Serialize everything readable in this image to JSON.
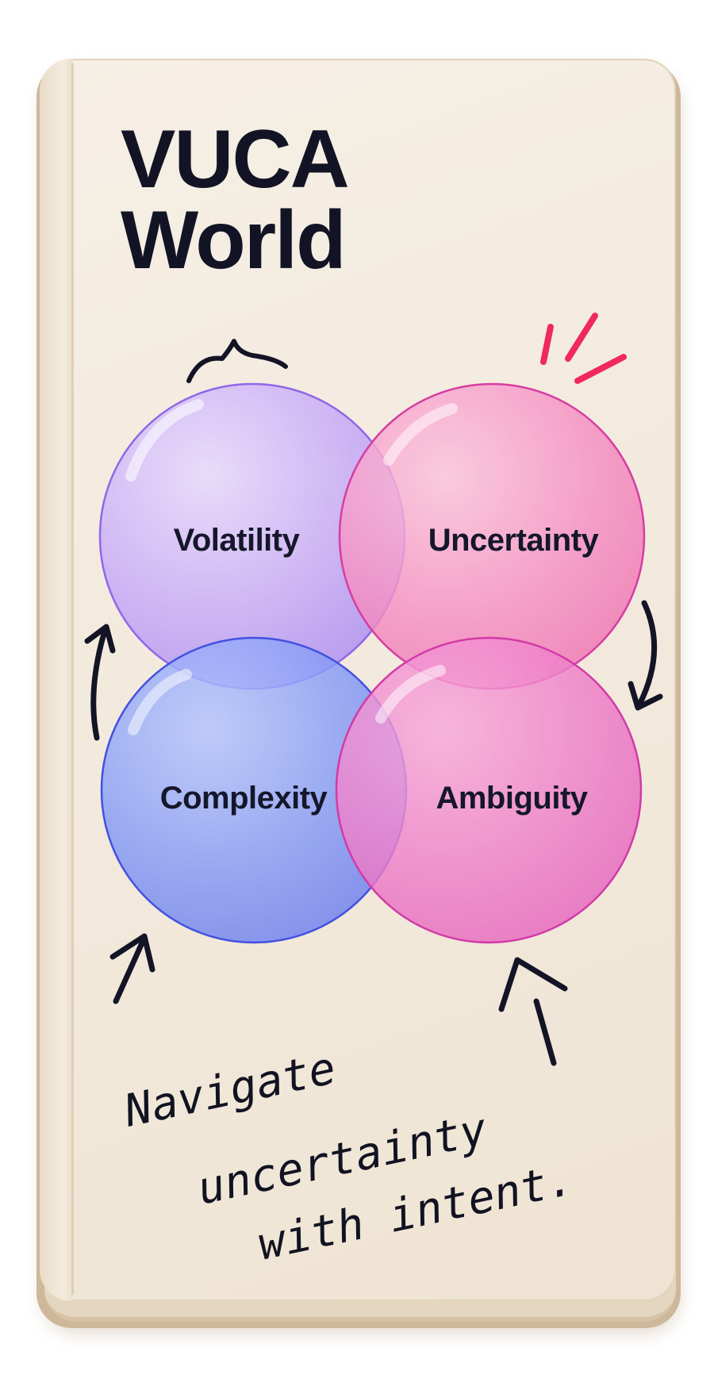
{
  "title": {
    "line1": "VUCA",
    "line2": "World"
  },
  "quadrants": {
    "volatility": "Volatility",
    "uncertainty": "Uncertainty",
    "complexity": "Complexity",
    "ambiguity": "Ambiguity"
  },
  "tagline": {
    "line1": "Navigate",
    "line2": "uncertainty",
    "line3": "with intent."
  },
  "colors": {
    "ink": "#15172b",
    "volatility": "#c3a6f8",
    "uncertainty": "#f58cc2",
    "complexity": "#7f95f4",
    "ambiguity": "#ee7cc9",
    "accent_marks": "#f0285e"
  }
}
